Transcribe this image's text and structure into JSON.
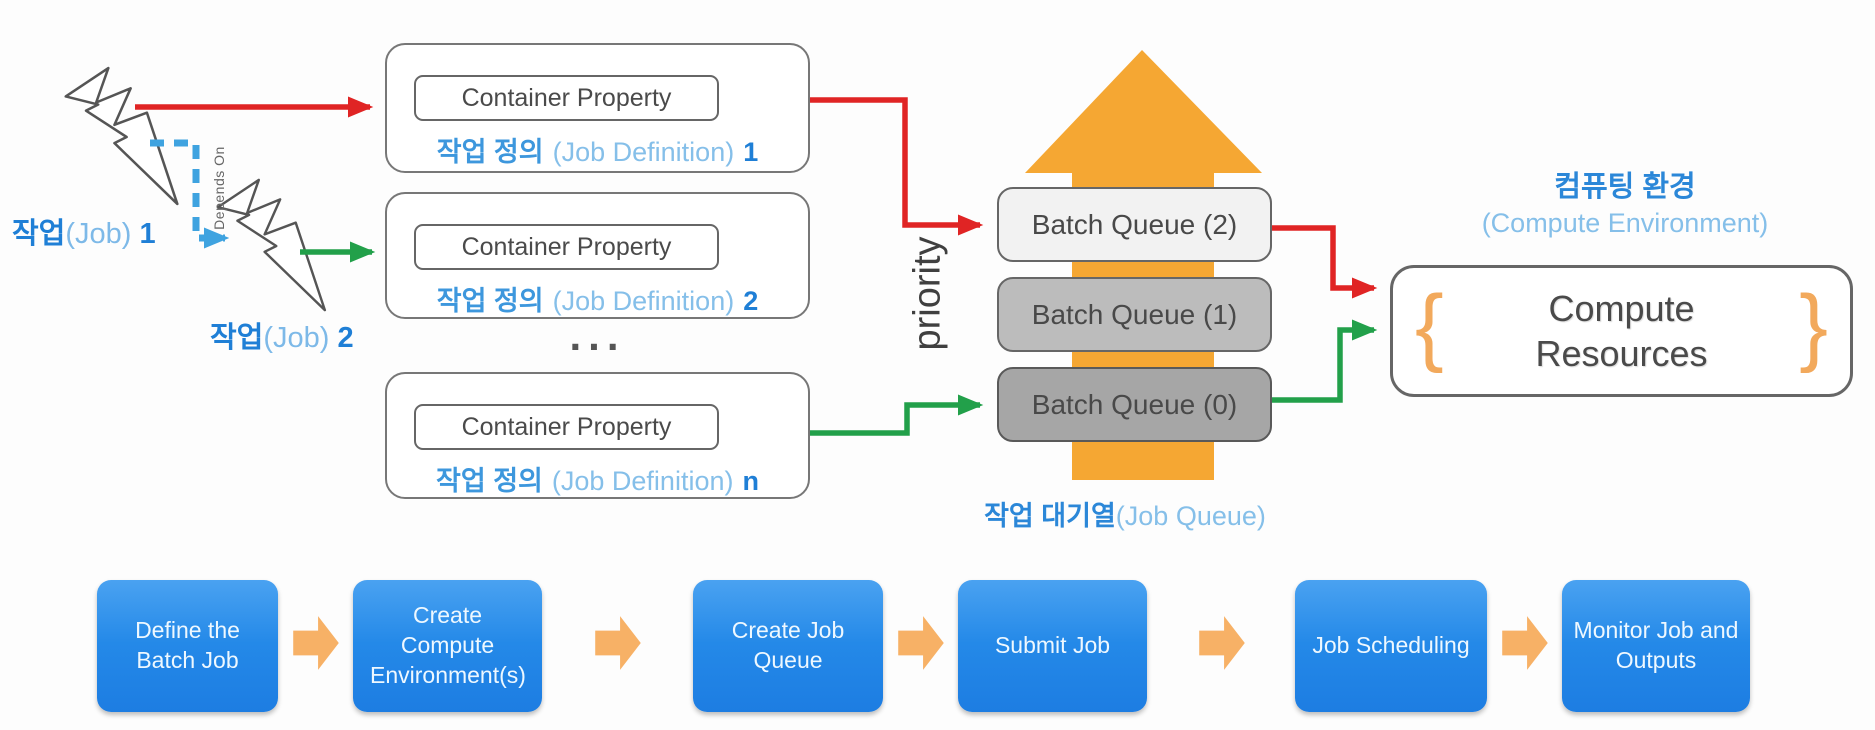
{
  "top_diagram": {
    "job1": {
      "ko": "작업",
      "en": "(Job)",
      "num": "1"
    },
    "job2": {
      "ko": "작업",
      "en": "(Job)",
      "num": "2"
    },
    "depends_on": "Depends On",
    "job_definitions": [
      {
        "container_label": "Container Property",
        "ko": "작업 정의",
        "en": "(Job Definition)",
        "num": "1"
      },
      {
        "container_label": "Container Property",
        "ko": "작업 정의",
        "en": "(Job Definition)",
        "num": "2"
      },
      {
        "container_label": "Container Property",
        "ko": "작업 정의",
        "en": "(Job Definition)",
        "num": "n"
      }
    ],
    "ellipsis": "...",
    "priority": "priority",
    "queues": [
      {
        "label": "Batch Queue (2)"
      },
      {
        "label": "Batch Queue (1)"
      },
      {
        "label": "Batch Queue (0)"
      }
    ],
    "job_queue_caption": {
      "ko": "작업 대기열",
      "en": "(Job Queue)"
    },
    "compute_environment": {
      "ko": "컴퓨팅 환경",
      "en": "(Compute Environment)",
      "resources": "Compute Resources",
      "brace_left": "{",
      "brace_right": "}"
    }
  },
  "workflow_steps": [
    {
      "label": "Define the Batch Job"
    },
    {
      "label": "Create Compute Environment(s)"
    },
    {
      "label": "Create Job Queue"
    },
    {
      "label": "Submit Job"
    },
    {
      "label": "Job Scheduling"
    },
    {
      "label": "Monitor Job and Outputs"
    }
  ],
  "colors": {
    "accent_blue_bold": "#2b87d8",
    "accent_blue_light": "#85bfe9",
    "arrow_red": "#e02424",
    "arrow_green": "#22a04a",
    "arrow_dashed_blue": "#3fa3e0",
    "big_arrow_orange": "#f5a733",
    "workflow_arrow_orange": "#f7b166",
    "workflow_box_blue": "#2489e8"
  }
}
